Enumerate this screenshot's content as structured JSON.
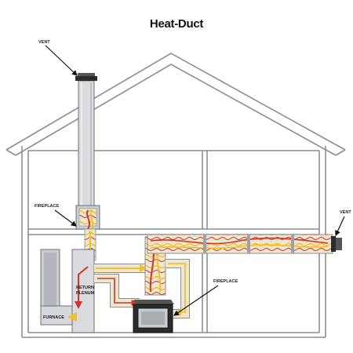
{
  "title": "Heat-Duct",
  "labels": {
    "vent_top": "VENT",
    "vent_right": "VENT",
    "fireplace_upper": "FIREPLACE",
    "fireplace_lower": "FIREPLACE",
    "return_line1": "RETURN",
    "return_line2": "PLENUM",
    "furnace": "FURNACE"
  },
  "colors": {
    "outline": "#8a8f96",
    "duct_fill": "#e7e1cf",
    "hot_air": "#d2332b",
    "warm_air": "#f0c12d",
    "fireplace_body": "#2b2b2b",
    "metal": "#c9ccd1"
  }
}
